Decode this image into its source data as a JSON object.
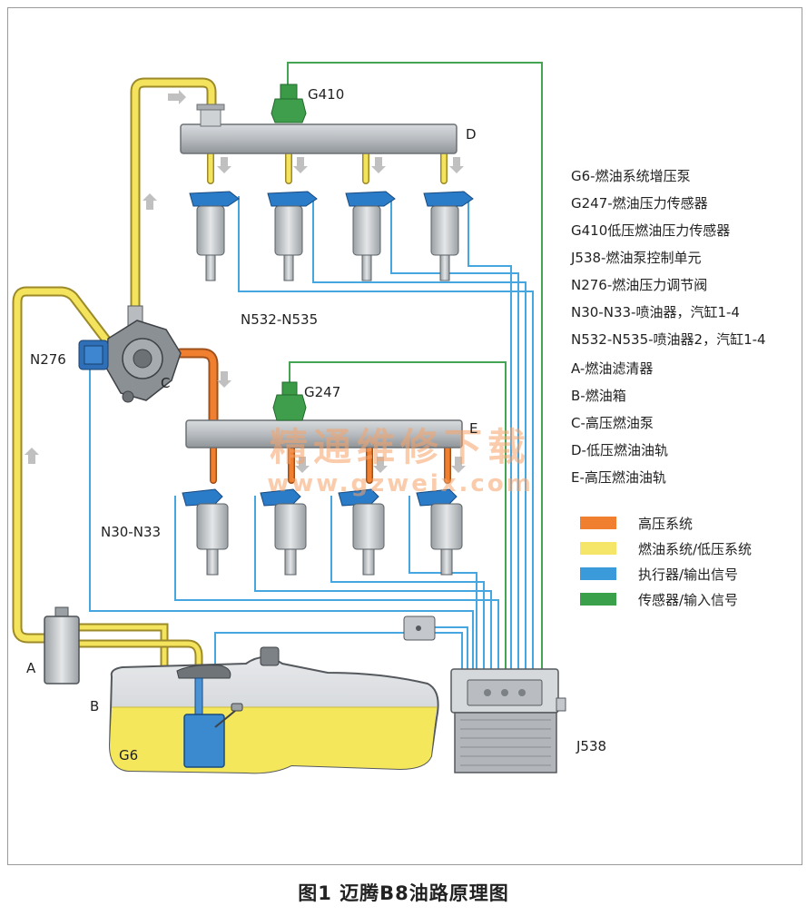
{
  "labels": {
    "D": "D",
    "E": "E",
    "A": "A",
    "B": "B",
    "C": "C",
    "G6": "G6",
    "G410": "G410",
    "G247": "G247",
    "N276": "N276",
    "J538": "J538",
    "N532_N535": "N532-N535",
    "N30_N33": "N30-N33"
  },
  "descriptions": [
    "G6-燃油系统增压泵",
    "G247-燃油压力传感器",
    "G410低压燃油压力传感器",
    "J538-燃油泵控制单元",
    "N276-燃油压力调节阀",
    "N30-N33-喷油器，汽缸1-4",
    "N532-N535-喷油器2，汽缸1-4",
    "A-燃油滤清器",
    "B-燃油箱",
    "C-高压燃油泵",
    "D-低压燃油油轨",
    "E-高压燃油油轨"
  ],
  "legend": [
    {
      "label": "高压系统",
      "color": "#f08030"
    },
    {
      "label": "燃油系统/低压系统",
      "color": "#f5e66a"
    },
    {
      "label": "执行器/输出信号",
      "color": "#3b9ad9"
    },
    {
      "label": "传感器/输入信号",
      "color": "#3aa04a"
    }
  ],
  "watermark": {
    "title": "精通维修下载",
    "url": "www.gzweix.com"
  },
  "caption": "图1 迈腾B8油路原理图"
}
